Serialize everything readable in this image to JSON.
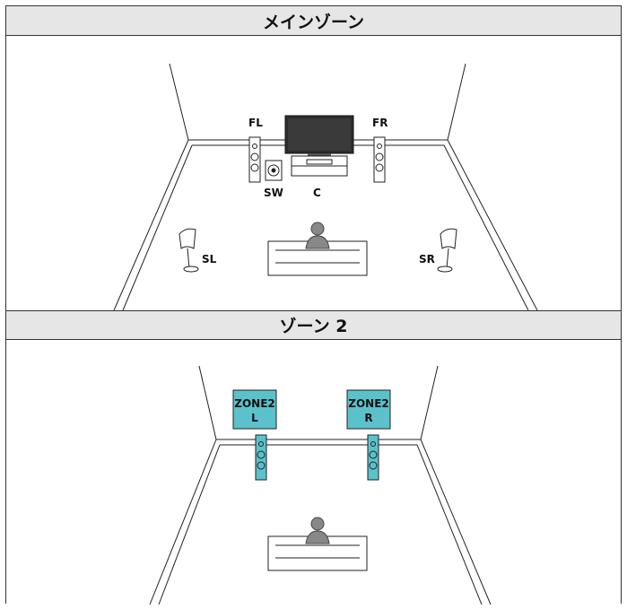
{
  "sections": [
    {
      "title": "メインゾーン",
      "speakers": {
        "fl": "FL",
        "fr": "FR",
        "sw": "SW",
        "c": "C",
        "sl": "SL",
        "sr": "SR"
      }
    },
    {
      "title": "ゾーン 2",
      "zones": {
        "left_line1": "ZONE2",
        "left_line2": "L",
        "right_line1": "ZONE2",
        "right_line2": "R"
      }
    }
  ],
  "colors": {
    "zone_fill": "#5bc2cc",
    "line": "#222222",
    "header_bg": "#e6e6e6"
  }
}
